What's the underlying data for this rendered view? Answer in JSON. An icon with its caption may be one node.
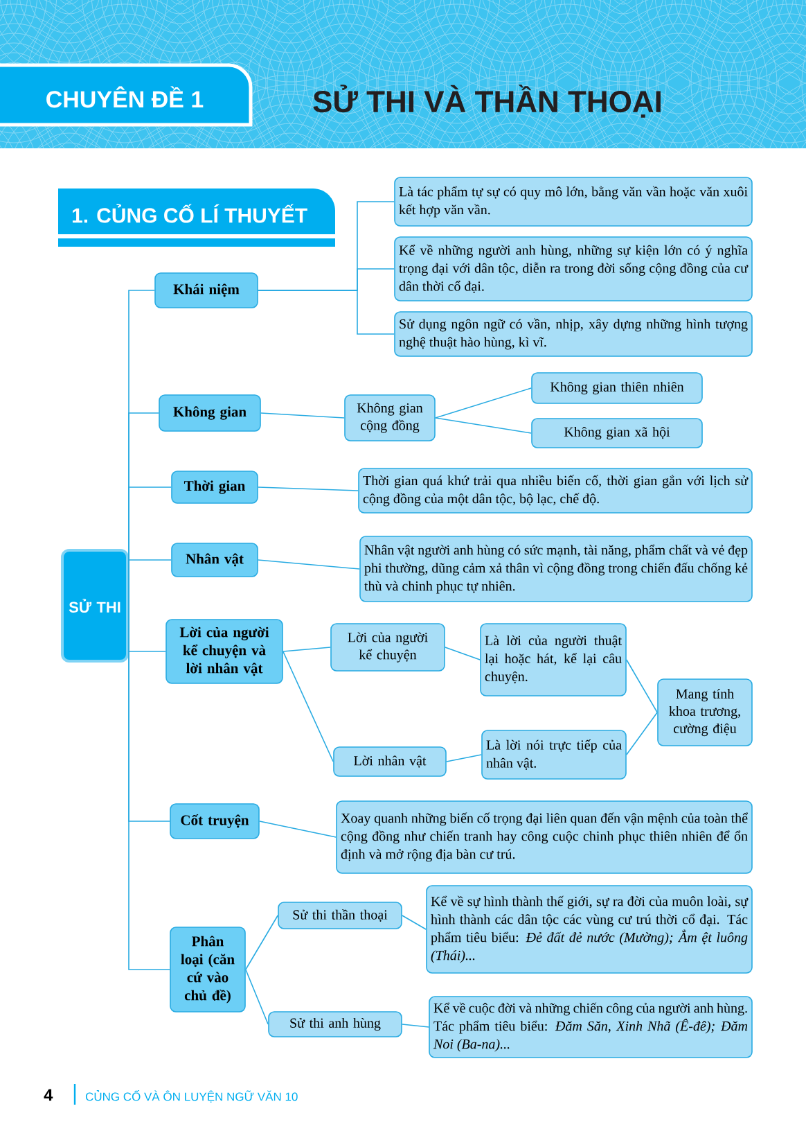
{
  "diagram": {
    "title": "SỬ THI VÀ THẦN THOẠI",
    "nodes": [
      {
        "text": [
          "SỬ THI"
        ]
      },
      {
        "text": [
          "Khái niệm"
        ]
      },
      {
        "text": [
          "Là tác phẩm tự sự có quy mô lớn, bằng văn vần hoặc văn xuôi kết hợp văn vần."
        ]
      },
      {
        "text": [
          "Kể về những người anh hùng, những sự kiện lớn có ý nghĩa trọng đại với dân tộc, diễn ra trong đời sống cộng đồng của cư dân thời cổ đại."
        ]
      },
      {
        "text": [
          "Sử dụng ngôn ngữ có vần, nhịp, xây dựng những hình tượng nghệ thuật hào hùng, kì vĩ."
        ]
      },
      {
        "text": [
          "Không gian"
        ]
      },
      {
        "text": [
          "Không gian cộng đồng"
        ]
      },
      {
        "text": [
          "Không gian thiên nhiên"
        ]
      },
      {
        "text": [
          "Không gian xã hội"
        ]
      },
      {
        "text": [
          "Thời gian"
        ]
      },
      {
        "text": [
          "Thời gian quá khứ trải qua nhiều biến cố, thời gian gắn với lịch sử cộng đồng của một dân tộc, bộ lạc, chế độ."
        ]
      },
      {
        "text": [
          "Nhân vật"
        ]
      },
      {
        "text": [
          "Nhân vật người anh hùng có sức mạnh, tài năng, phẩm chất và vẻ đẹp phi thường, dũng cảm xả thân vì cộng đồng trong chiến đấu chống kẻ thù và chinh phục tự nhiên."
        ]
      },
      {
        "text": [
          "Lời của người kể chuyện và lời nhân vật"
        ]
      },
      {
        "text": [
          "Lời của người kể chuyện"
        ]
      },
      {
        "text": [
          "Lời nhân vật"
        ]
      },
      {
        "text": [
          "Là lời của người thuật lại hoặc hát, kể lại câu chuyện."
        ]
      },
      {
        "text": [
          "Là lời nói trực tiếp của nhân vật."
        ]
      },
      {
        "text": [
          "Mang tính khoa trương, cường điệu"
        ]
      },
      {
        "text": [
          "Cốt truyện"
        ]
      },
      {
        "text": [
          "Xoay quanh những biến cố trọng đại liên quan đến vận mệnh của toàn thể cộng đồng như chiến tranh hay công cuộc chinh phục thiên nhiên để ổn định và mở rộng địa bàn cư trú."
        ]
      },
      {
        "text": [
          "Phân loại (căn cứ vào chủ đề)"
        ]
      },
      {
        "text": [
          "Sử thi thần thoại"
        ]
      },
      {
        "text": [
          "Kể về sự hình thành thế giới, sự ra đời của muôn loài, sự hình thành các dân tộc các vùng cư trú thời cổ đại. Tác phẩm tiêu biểu: *Đẻ đất đẻ nước (Mường); Ẳm ệt luông (Thái)...*"
        ]
      },
      {
        "text": [
          "Sử thi anh hùng"
        ]
      },
      {
        "text": [
          "Kể về cuộc đời và những chiến công của người anh hùng. Tác phẩm tiêu biểu: *Đăm Săn, Xinh Nhã (Ê-đê); Đăm Noi (Ba-na)...*"
        ]
      }
    ],
    "edges": [
      {
        "from": 0,
        "to": 1,
        "arrow": "none"
      },
      {
        "from": 1,
        "to": 2,
        "arrow": "none"
      },
      {
        "from": 1,
        "to": 3,
        "arrow": "none"
      },
      {
        "from": 1,
        "to": 4,
        "arrow": "none"
      },
      {
        "from": 0,
        "to": 5,
        "arrow": "none"
      },
      {
        "from": 5,
        "to": 6,
        "arrow": "none"
      },
      {
        "from": 6,
        "to": 7,
        "arrow": "none"
      },
      {
        "from": 6,
        "to": 8,
        "arrow": "none"
      },
      {
        "from": 0,
        "to": 9,
        "arrow": "none"
      },
      {
        "from": 9,
        "to": 10,
        "arrow": "none"
      },
      {
        "from": 0,
        "to": 11,
        "arrow": "none"
      },
      {
        "from": 11,
        "to": 12,
        "arrow": "none"
      },
      {
        "from": 0,
        "to": 13,
        "arrow": "none"
      },
      {
        "from": 13,
        "to": 14,
        "arrow": "none"
      },
      {
        "from": 13,
        "to": 15,
        "arrow": "none"
      },
      {
        "from": 14,
        "to": 16,
        "arrow": "none"
      },
      {
        "from": 15,
        "to": 17,
        "arrow": "none"
      },
      {
        "from": 16,
        "to": 18,
        "arrow": "none"
      },
      {
        "from": 17,
        "to": 18,
        "arrow": "none"
      },
      {
        "from": 0,
        "to": 19,
        "arrow": "none"
      },
      {
        "from": 19,
        "to": 20,
        "arrow": "none"
      },
      {
        "from": 0,
        "to": 21,
        "arrow": "none"
      },
      {
        "from": 21,
        "to": 22,
        "arrow": "none"
      },
      {
        "from": 21,
        "to": 24,
        "arrow": "none"
      },
      {
        "from": 22,
        "to": 23,
        "arrow": "none"
      },
      {
        "from": 24,
        "to": 25,
        "arrow": "none"
      }
    ],
    "labels": [
      "CHUYÊN ĐỀ 1",
      "1. CỦNG CỐ LÍ THUYẾT",
      "4",
      "CỦNG CỐ VÀ ÔN LUYỆN NGỮ VĂN 10"
    ]
  }
}
